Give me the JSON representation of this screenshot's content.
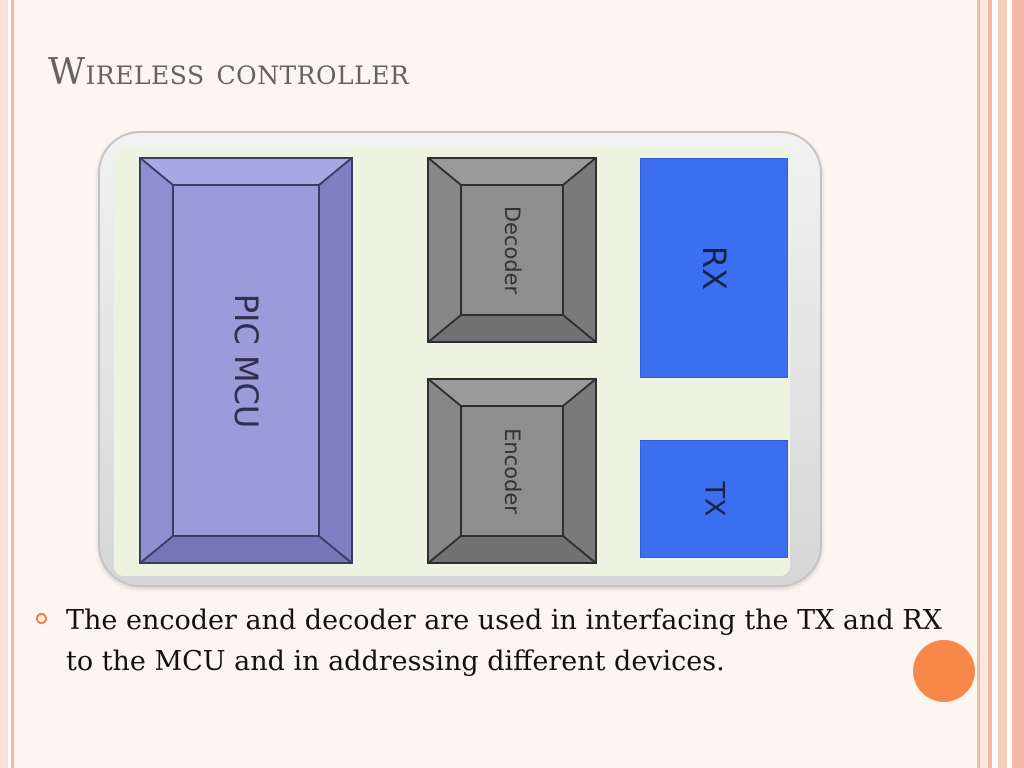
{
  "slide": {
    "title": "Wireless controller",
    "bullet_text": "The encoder and decoder are used in interfacing the TX and RX to the MCU and in addressing different devices."
  },
  "diagram": {
    "blocks": {
      "pic_mcu": "PIC MCU",
      "decoder": "Decoder",
      "encoder": "Encoder",
      "rx": "RX",
      "tx": "TX"
    }
  },
  "colors": {
    "accent_orange": "#f8884a",
    "rx_tx_blue": "#3c6ff0",
    "mcu_purple": "#9b9bd9",
    "codec_gray": "#8c8c8c",
    "title_gray": "#636363"
  }
}
